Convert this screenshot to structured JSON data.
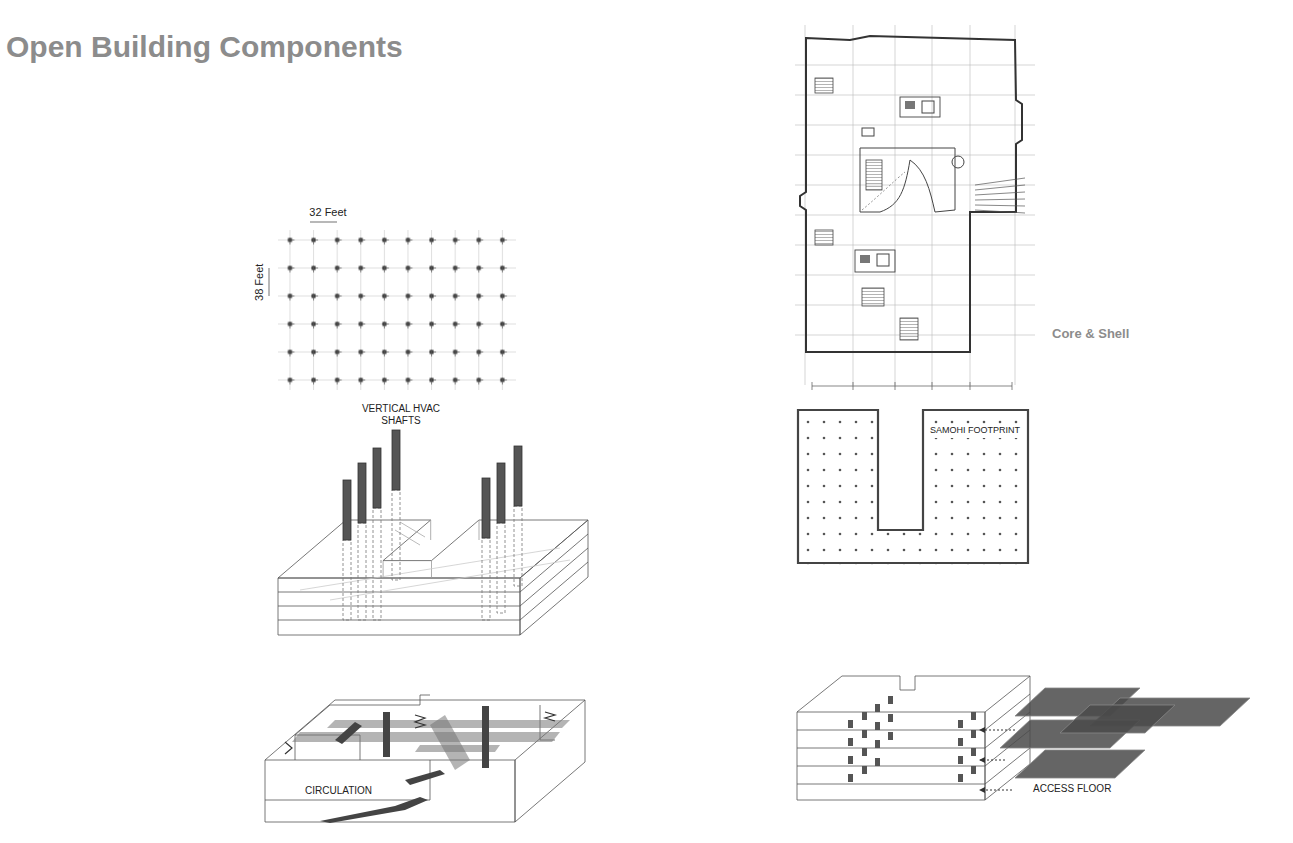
{
  "diagram": {
    "title": "Open Building Components",
    "labels": [
      "32 Feet",
      "38 Feet",
      "VERTICAL HVAC SHAFTS",
      "Core & Shell",
      "SAMOHI FOOTPRINT",
      "CIRCULATION",
      "ACCESS FLOOR"
    ]
  }
}
